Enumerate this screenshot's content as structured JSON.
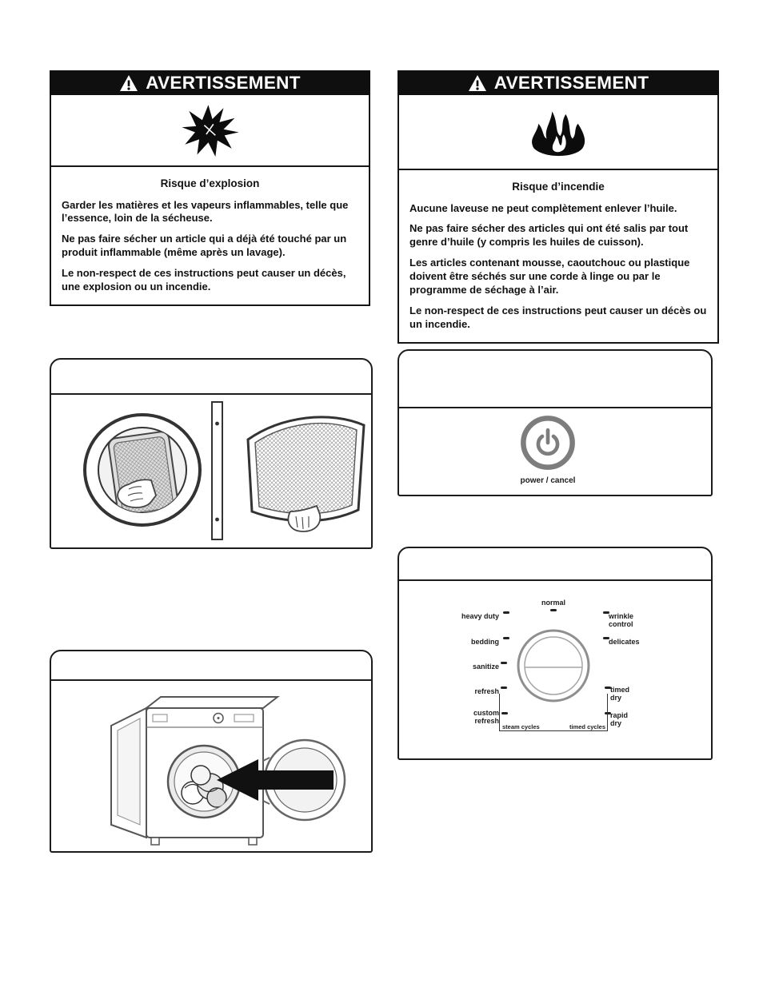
{
  "colors": {
    "header_bg": "#0f0f0f",
    "header_text": "#ffffff",
    "border": "#1c1c1c",
    "dial_gray": "#8f8f8f",
    "power_gray": "#7d7d7d"
  },
  "icons": {
    "warning-triangle-icon": "filled triangle with exclamation mark",
    "explosion-icon": "jagged black starburst",
    "fire-icon": "black flames",
    "power-icon": "IEC power symbol in gray ring"
  },
  "warning_explosion": {
    "header": "AVERTISSEMENT",
    "title": "Risque d’explosion",
    "paragraphs": [
      "Garder les matières et les vapeurs inflammables, telle que l’essence, loin de la sécheuse.",
      "Ne pas faire sécher un article qui a déjà été touché par un produit inflammable (même après un lavage).",
      "Le non-respect de ces instructions peut causer un décès, une explosion ou un incendie."
    ]
  },
  "warning_fire": {
    "header": "AVERTISSEMENT",
    "title": "Risque d’incendie",
    "paragraphs": [
      "Aucune laveuse ne peut complètement enlever l’huile.",
      "Ne pas faire sécher des articles qui ont été salis par tout genre d’huile (y compris les huiles de cuisson).",
      "Les articles contenant mousse, caoutchouc ou plastique doivent être séchés sur une corde à linge ou par le programme de séchage à l’air.",
      "Le non-respect de ces instructions peut causer un décès ou un incendie."
    ]
  },
  "power_panel": {
    "label": "power / cancel"
  },
  "cycle_panel": {
    "top": "normal",
    "left": [
      "heavy duty",
      "bedding",
      "sanitize",
      "refresh",
      "custom refresh"
    ],
    "right": [
      "wrinkle control",
      "delicates",
      "timed dry",
      "rapid dry"
    ],
    "groups": {
      "left": "steam cycles",
      "right": "timed cycles"
    }
  }
}
